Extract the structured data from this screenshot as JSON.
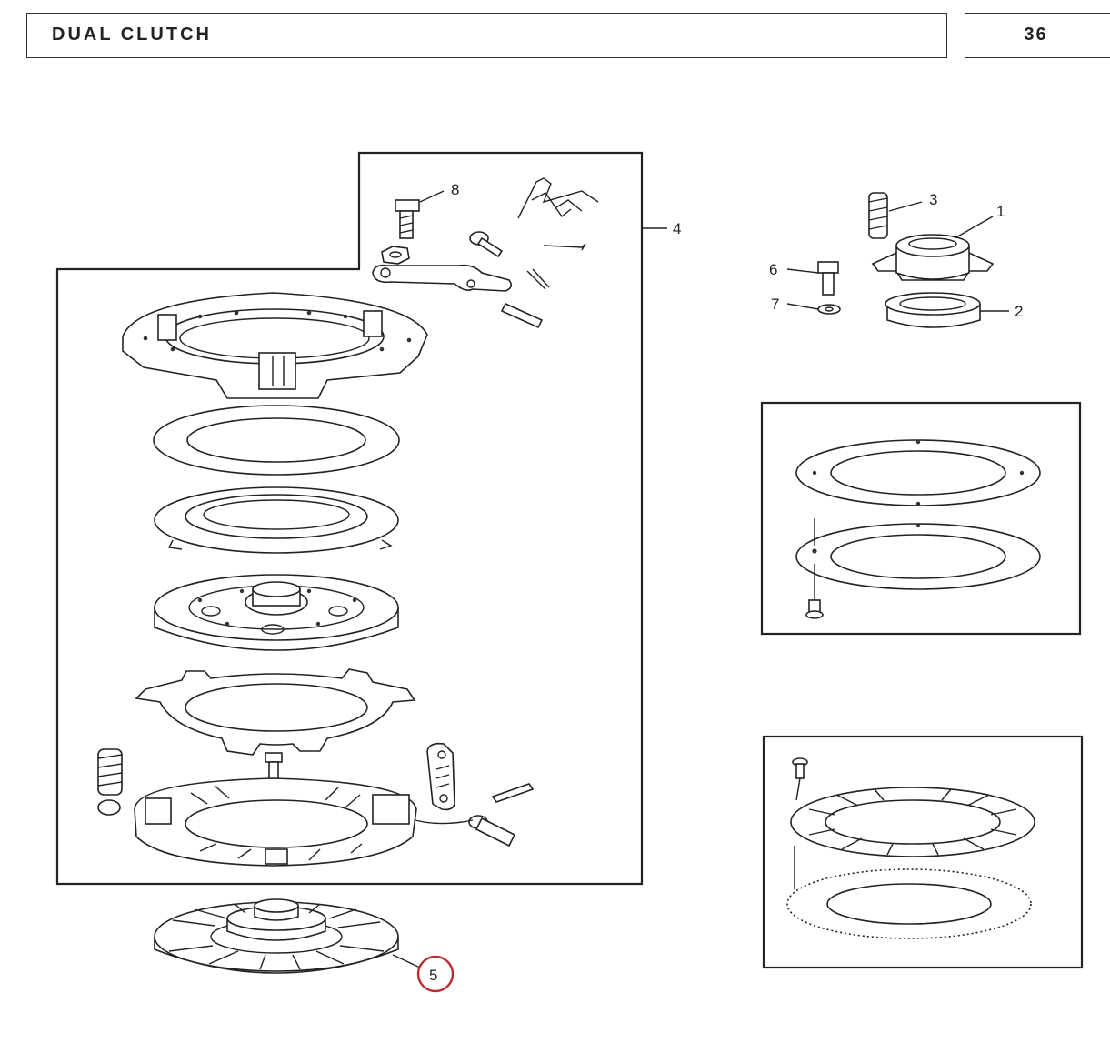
{
  "header": {
    "title": "DUAL  CLUTCH",
    "page_number": "36"
  },
  "callouts": {
    "c1": "1",
    "c2": "2",
    "c3": "3",
    "c4": "4",
    "c5": "5",
    "c6": "6",
    "c7": "7",
    "c8": "8"
  },
  "highlight": {
    "callout": "5",
    "color": "#c0282d"
  }
}
